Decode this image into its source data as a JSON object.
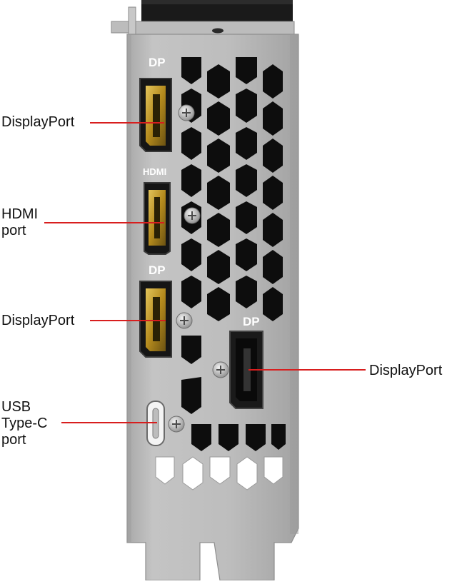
{
  "callouts": {
    "displayport_1": "DisplayPort",
    "hdmi": "HDMI\nport",
    "displayport_2": "DisplayPort",
    "displayport_3": "DisplayPort",
    "usb_c": "USB\nType-C\nport"
  },
  "bracket_markings": {
    "dp_top": "DP",
    "hdmi": "HDMI",
    "dp_middle": "DP",
    "dp_right": "DP"
  },
  "colors": {
    "leader_line": "#d81e1e",
    "bracket": "#b8b8b8",
    "port_gold": "#c9a227"
  }
}
